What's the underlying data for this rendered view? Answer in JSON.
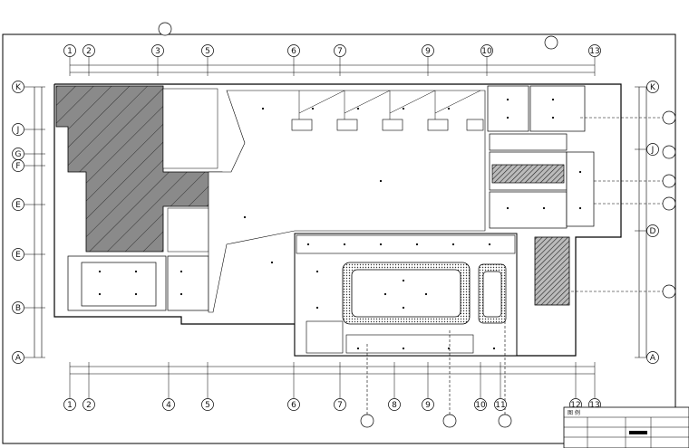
{
  "grid": {
    "top_axes": [
      "1",
      "2",
      "3",
      "5",
      "6",
      "7",
      "9",
      "10",
      "13"
    ],
    "bottom_axes": [
      "1",
      "2",
      "4",
      "5",
      "6",
      "7",
      "8",
      "9",
      "10",
      "11",
      "12",
      "13"
    ],
    "left_axes": [
      "K",
      "J",
      "G",
      "F",
      "E",
      "E",
      "B",
      "A"
    ],
    "right_axes": [
      "K",
      "J",
      "D",
      "A"
    ]
  },
  "legend": {
    "rows": [
      {
        "a": "图 例",
        "b": ""
      },
      {
        "a": "",
        "b": ""
      },
      {
        "a": "",
        "b": ""
      },
      {
        "a": "",
        "b": ""
      }
    ]
  }
}
